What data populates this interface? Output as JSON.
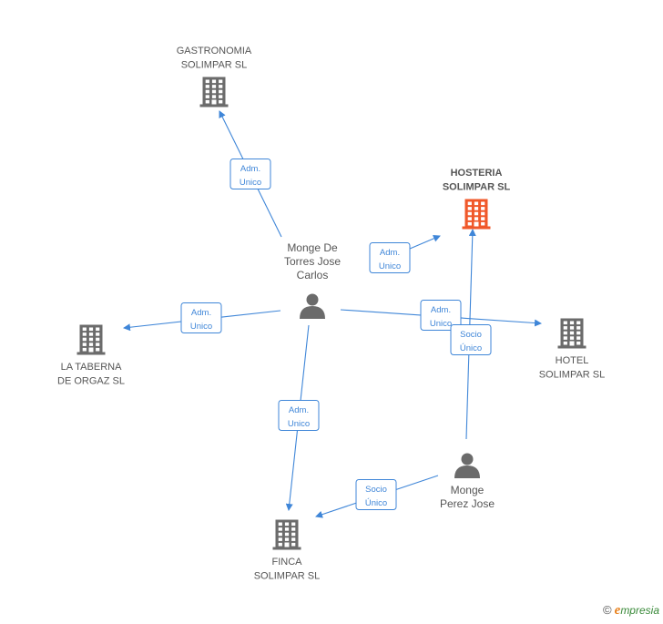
{
  "colors": {
    "edge": "#3f86d8",
    "company": "#6b6b6b",
    "focus_company": "#f0582a",
    "person": "#6b6b6b"
  },
  "nodes": {
    "gastronomia": {
      "type": "company",
      "lines": [
        "GASTRONOMIA",
        "SOLIMPAR SL"
      ]
    },
    "hosteria": {
      "type": "focus_company",
      "lines": [
        "HOSTERIA",
        "SOLIMPAR SL"
      ]
    },
    "taberna": {
      "type": "company",
      "lines": [
        "LA TABERNA",
        "DE ORGAZ  SL"
      ]
    },
    "hotel": {
      "type": "company",
      "lines": [
        "HOTEL",
        "SOLIMPAR SL"
      ]
    },
    "finca": {
      "type": "company",
      "lines": [
        "FINCA",
        "SOLIMPAR SL"
      ]
    },
    "monge_carlos": {
      "type": "person",
      "lines": [
        "Monge De",
        "Torres Jose",
        "Carlos"
      ]
    },
    "monge_perez": {
      "type": "person",
      "lines": [
        "Monge",
        "Perez Jose"
      ]
    }
  },
  "edges": [
    {
      "from": "monge_carlos",
      "to": "gastronomia",
      "label": [
        "Adm.",
        "Unico"
      ]
    },
    {
      "from": "monge_carlos",
      "to": "hosteria",
      "label": [
        "Adm.",
        "Unico"
      ]
    },
    {
      "from": "monge_carlos",
      "to": "taberna",
      "label": [
        "Adm.",
        "Unico"
      ]
    },
    {
      "from": "monge_carlos",
      "to": "hotel",
      "label": [
        "Adm.",
        "Unico"
      ]
    },
    {
      "from": "monge_carlos",
      "to": "finca",
      "label": [
        "Adm.",
        "Unico"
      ]
    },
    {
      "from": "monge_perez",
      "to": "hosteria",
      "label": [
        "Socio",
        "Único"
      ]
    },
    {
      "from": "monge_perez",
      "to": "finca",
      "label": [
        "Socio",
        "Único"
      ]
    }
  ],
  "footer": {
    "copyright": "©",
    "brand_initial": "e",
    "brand_rest": "mpresia"
  }
}
